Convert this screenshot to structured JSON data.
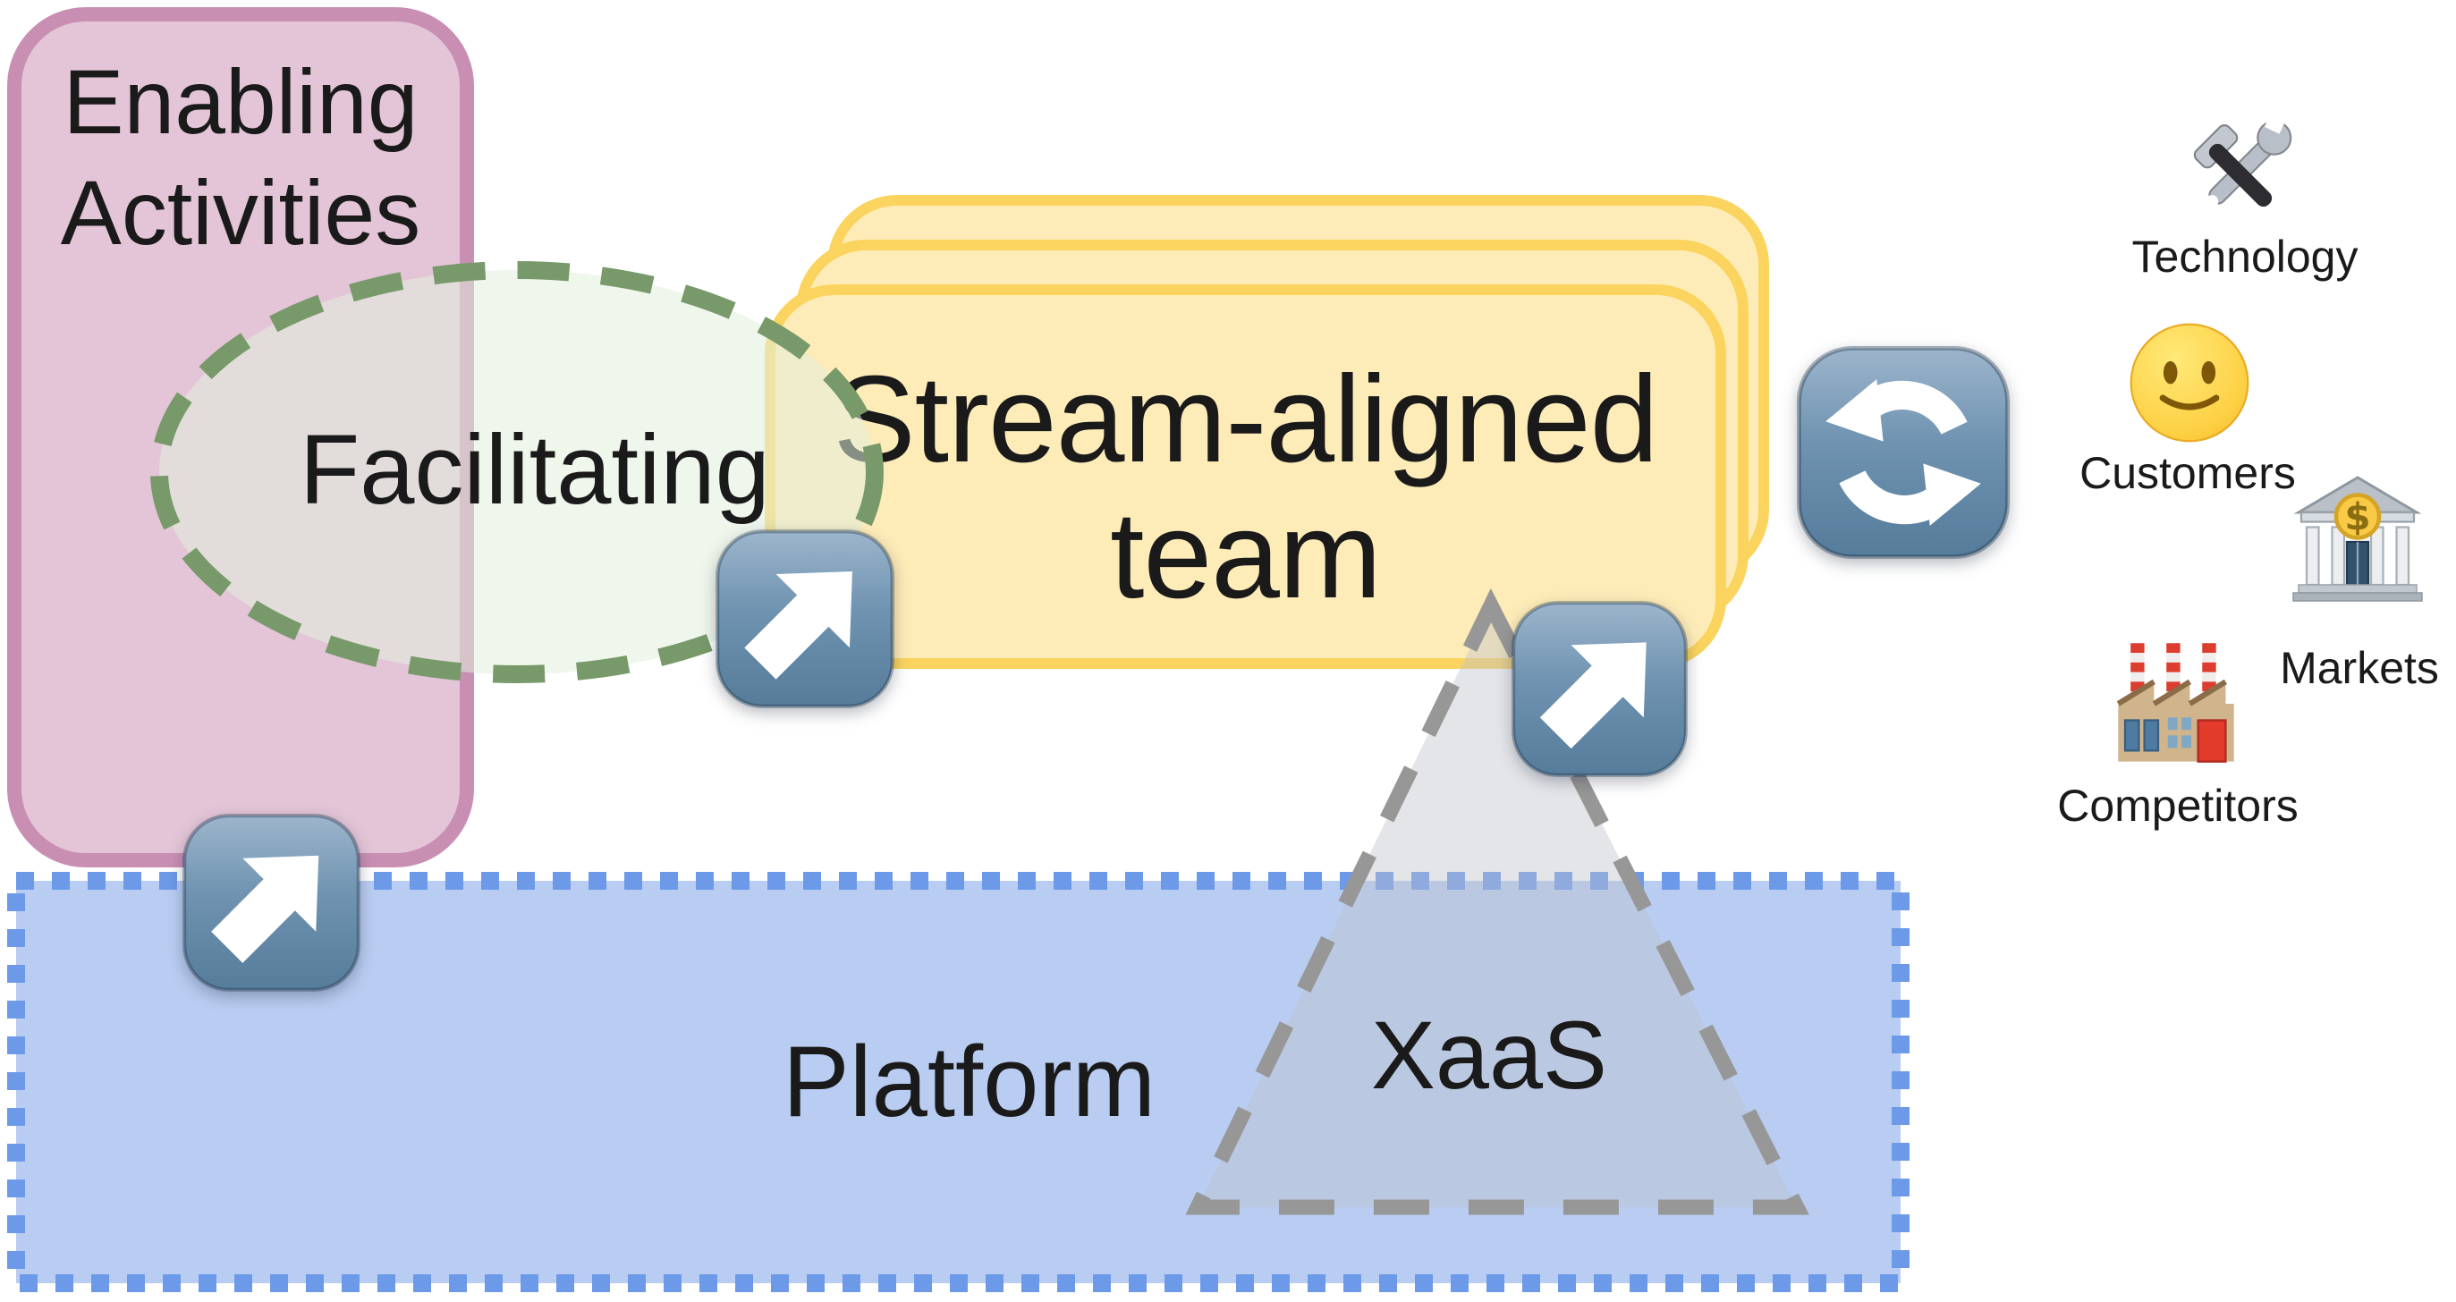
{
  "labels": {
    "enabling": "Enabling Activities",
    "facilitating": "Facilitating",
    "stream_aligned": "Stream-aligned team",
    "platform": "Platform",
    "xaas": "XaaS"
  },
  "environment": [
    {
      "icon": "hammer-wrench-icon",
      "label": "Technology"
    },
    {
      "icon": "smiley-face-icon",
      "label": "Customers"
    },
    {
      "icon": "bank-icon",
      "label": "Markets"
    },
    {
      "icon": "factory-icon",
      "label": "Competitors"
    }
  ],
  "icons": {
    "interaction_arrow": "up-right-arrow-icon",
    "cycle": "counterclockwise-arrows-icon"
  },
  "colors": {
    "enabling_fill": "#e3c5d7",
    "enabling_border": "#c98fb3",
    "stream_fill": "#feecb8",
    "stream_border": "#fbd45f",
    "platform_fill": "#b9cdf2",
    "platform_border": "#6d9ae8",
    "facilitating_stroke": "#78996a",
    "xaas_stroke": "#979797",
    "arrow_button_blue": "#6f93b1",
    "text": "#1a1a1a"
  }
}
